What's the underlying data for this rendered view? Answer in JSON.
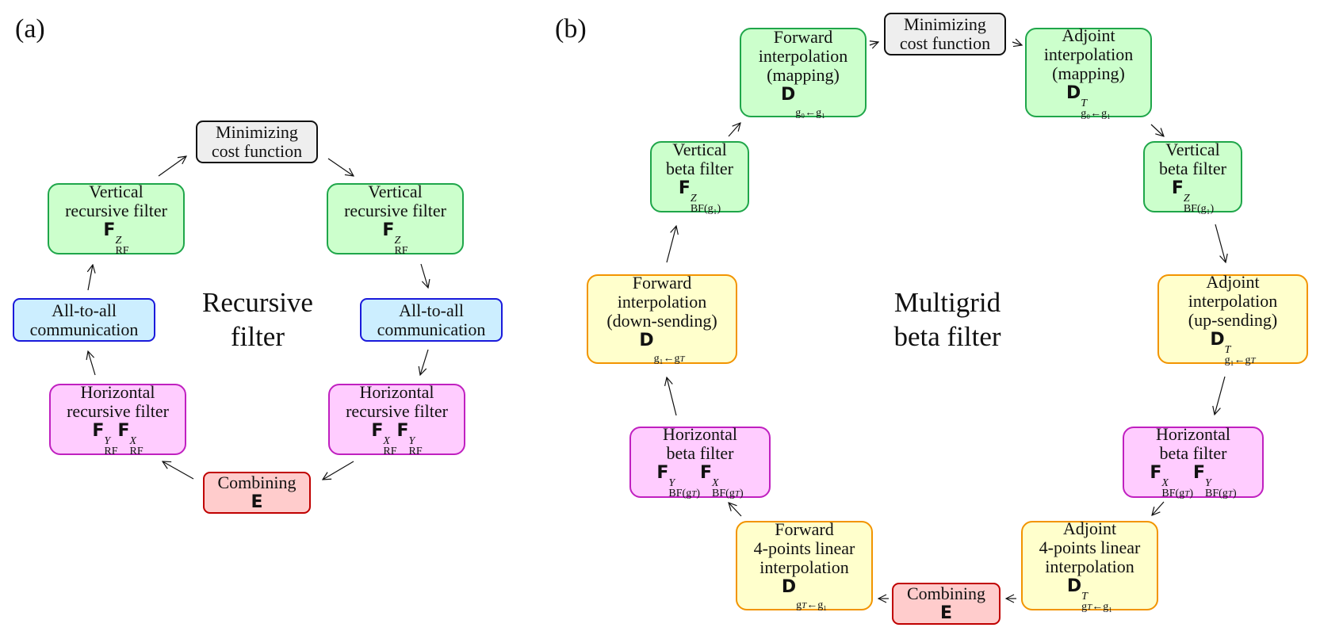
{
  "panels": {
    "a": {
      "label": "(a)",
      "title_line1": "Recursive",
      "title_line2": "filter",
      "boxes": {
        "min_cost": {
          "line1": "Minimizing",
          "line2": "cost function",
          "color": "#eeeeee"
        },
        "vert_left": {
          "line1": "Vertical",
          "line2": "recursive filter",
          "F": "F",
          "sup": "Z",
          "sub": "RF",
          "color": "#ccffcc"
        },
        "vert_right": {
          "line1": "Vertical",
          "line2": "recursive filter",
          "F": "F",
          "sup": "Z",
          "sub": "RF",
          "color": "#ccffcc"
        },
        "a2a_left": {
          "line1": "All-to-all",
          "line2": "communication",
          "color": "#cceeff"
        },
        "a2a_right": {
          "line1": "All-to-all",
          "line2": "communication",
          "color": "#cceeff"
        },
        "horiz_left": {
          "line1": "Horizontal",
          "line2": "recursive filter",
          "F1": "F",
          "sup1": "Y",
          "sub1": "RF",
          "F2": "F",
          "sup2": "X",
          "sub2": "RF",
          "color": "#ffccff"
        },
        "horiz_right": {
          "line1": "Horizontal",
          "line2": "recursive filter",
          "F1": "F",
          "sup1": "X",
          "sub1": "RF",
          "F2": "F",
          "sup2": "Y",
          "sub2": "RF",
          "color": "#ffccff"
        },
        "combining": {
          "line1": "Combining",
          "E": "E",
          "color": "#ffcccc"
        }
      }
    },
    "b": {
      "label": "(b)",
      "title_line1": "Multigrid",
      "title_line2": "beta filter",
      "boxes": {
        "min_cost": {
          "line1": "Minimizing",
          "line2": "cost function",
          "color": "#eeeeee"
        },
        "fwd_map": {
          "line1": "Forward",
          "line2": "interpolation",
          "line3": "(mapping)",
          "D": "D",
          "sup": "",
          "sub": "g₀←g₁",
          "color": "#ccffcc"
        },
        "adj_map": {
          "line1": "Adjoint",
          "line2": "interpolation",
          "line3": "(mapping)",
          "D": "D",
          "sup": "T",
          "sub": "g₀←g₁",
          "color": "#ccffcc"
        },
        "vert_left": {
          "line1": "Vertical",
          "line2": "beta filter",
          "F": "F",
          "sup": "Z",
          "sub": "BF(g₁)",
          "color": "#ccffcc"
        },
        "vert_right": {
          "line1": "Vertical",
          "line2": "beta filter",
          "F": "F",
          "sup": "Z",
          "sub": "BF(g₁)",
          "color": "#ccffcc"
        },
        "fwd_down": {
          "line1": "Forward",
          "line2": "interpolation",
          "line3": "(down-sending)",
          "D": "D",
          "sup": "",
          "sub": "g₁←g",
          "subT": "T",
          "color": "#ffffcc"
        },
        "adj_up": {
          "line1": "Adjoint",
          "line2": "interpolation",
          "line3": "(up-sending)",
          "D": "D",
          "sup": "T",
          "sub": "g₁←g",
          "subT": "T",
          "color": "#ffffcc"
        },
        "horiz_left": {
          "line1": "Horizontal",
          "line2": "beta filter",
          "F1": "F",
          "sup1": "Y",
          "sub1": "BF(g",
          "F2": "F",
          "sup2": "X",
          "sub2": "BF(g",
          "subT": "T",
          "close": ")",
          "color": "#ffccff"
        },
        "horiz_right": {
          "line1": "Horizontal",
          "line2": "beta filter",
          "F1": "F",
          "sup1": "X",
          "sub1": "BF(g",
          "F2": "F",
          "sup2": "Y",
          "sub2": "BF(g",
          "subT": "T",
          "close": ")",
          "color": "#ffccff"
        },
        "fwd_4pt": {
          "line1": "Forward",
          "line2": "4-points linear",
          "line3": "interpolation",
          "D": "D",
          "sup": "",
          "subA": "g",
          "subT": "T",
          "subB": "←g₁",
          "color": "#ffffcc"
        },
        "adj_4pt": {
          "line1": "Adjoint",
          "line2": "4-points linear",
          "line3": "interpolation",
          "D": "D",
          "sup": "T",
          "subA": "g",
          "subT": "T",
          "subB": "←g₁",
          "color": "#ffffcc"
        },
        "combining": {
          "line1": "Combining",
          "E": "E",
          "color": "#ffcccc"
        }
      }
    }
  }
}
